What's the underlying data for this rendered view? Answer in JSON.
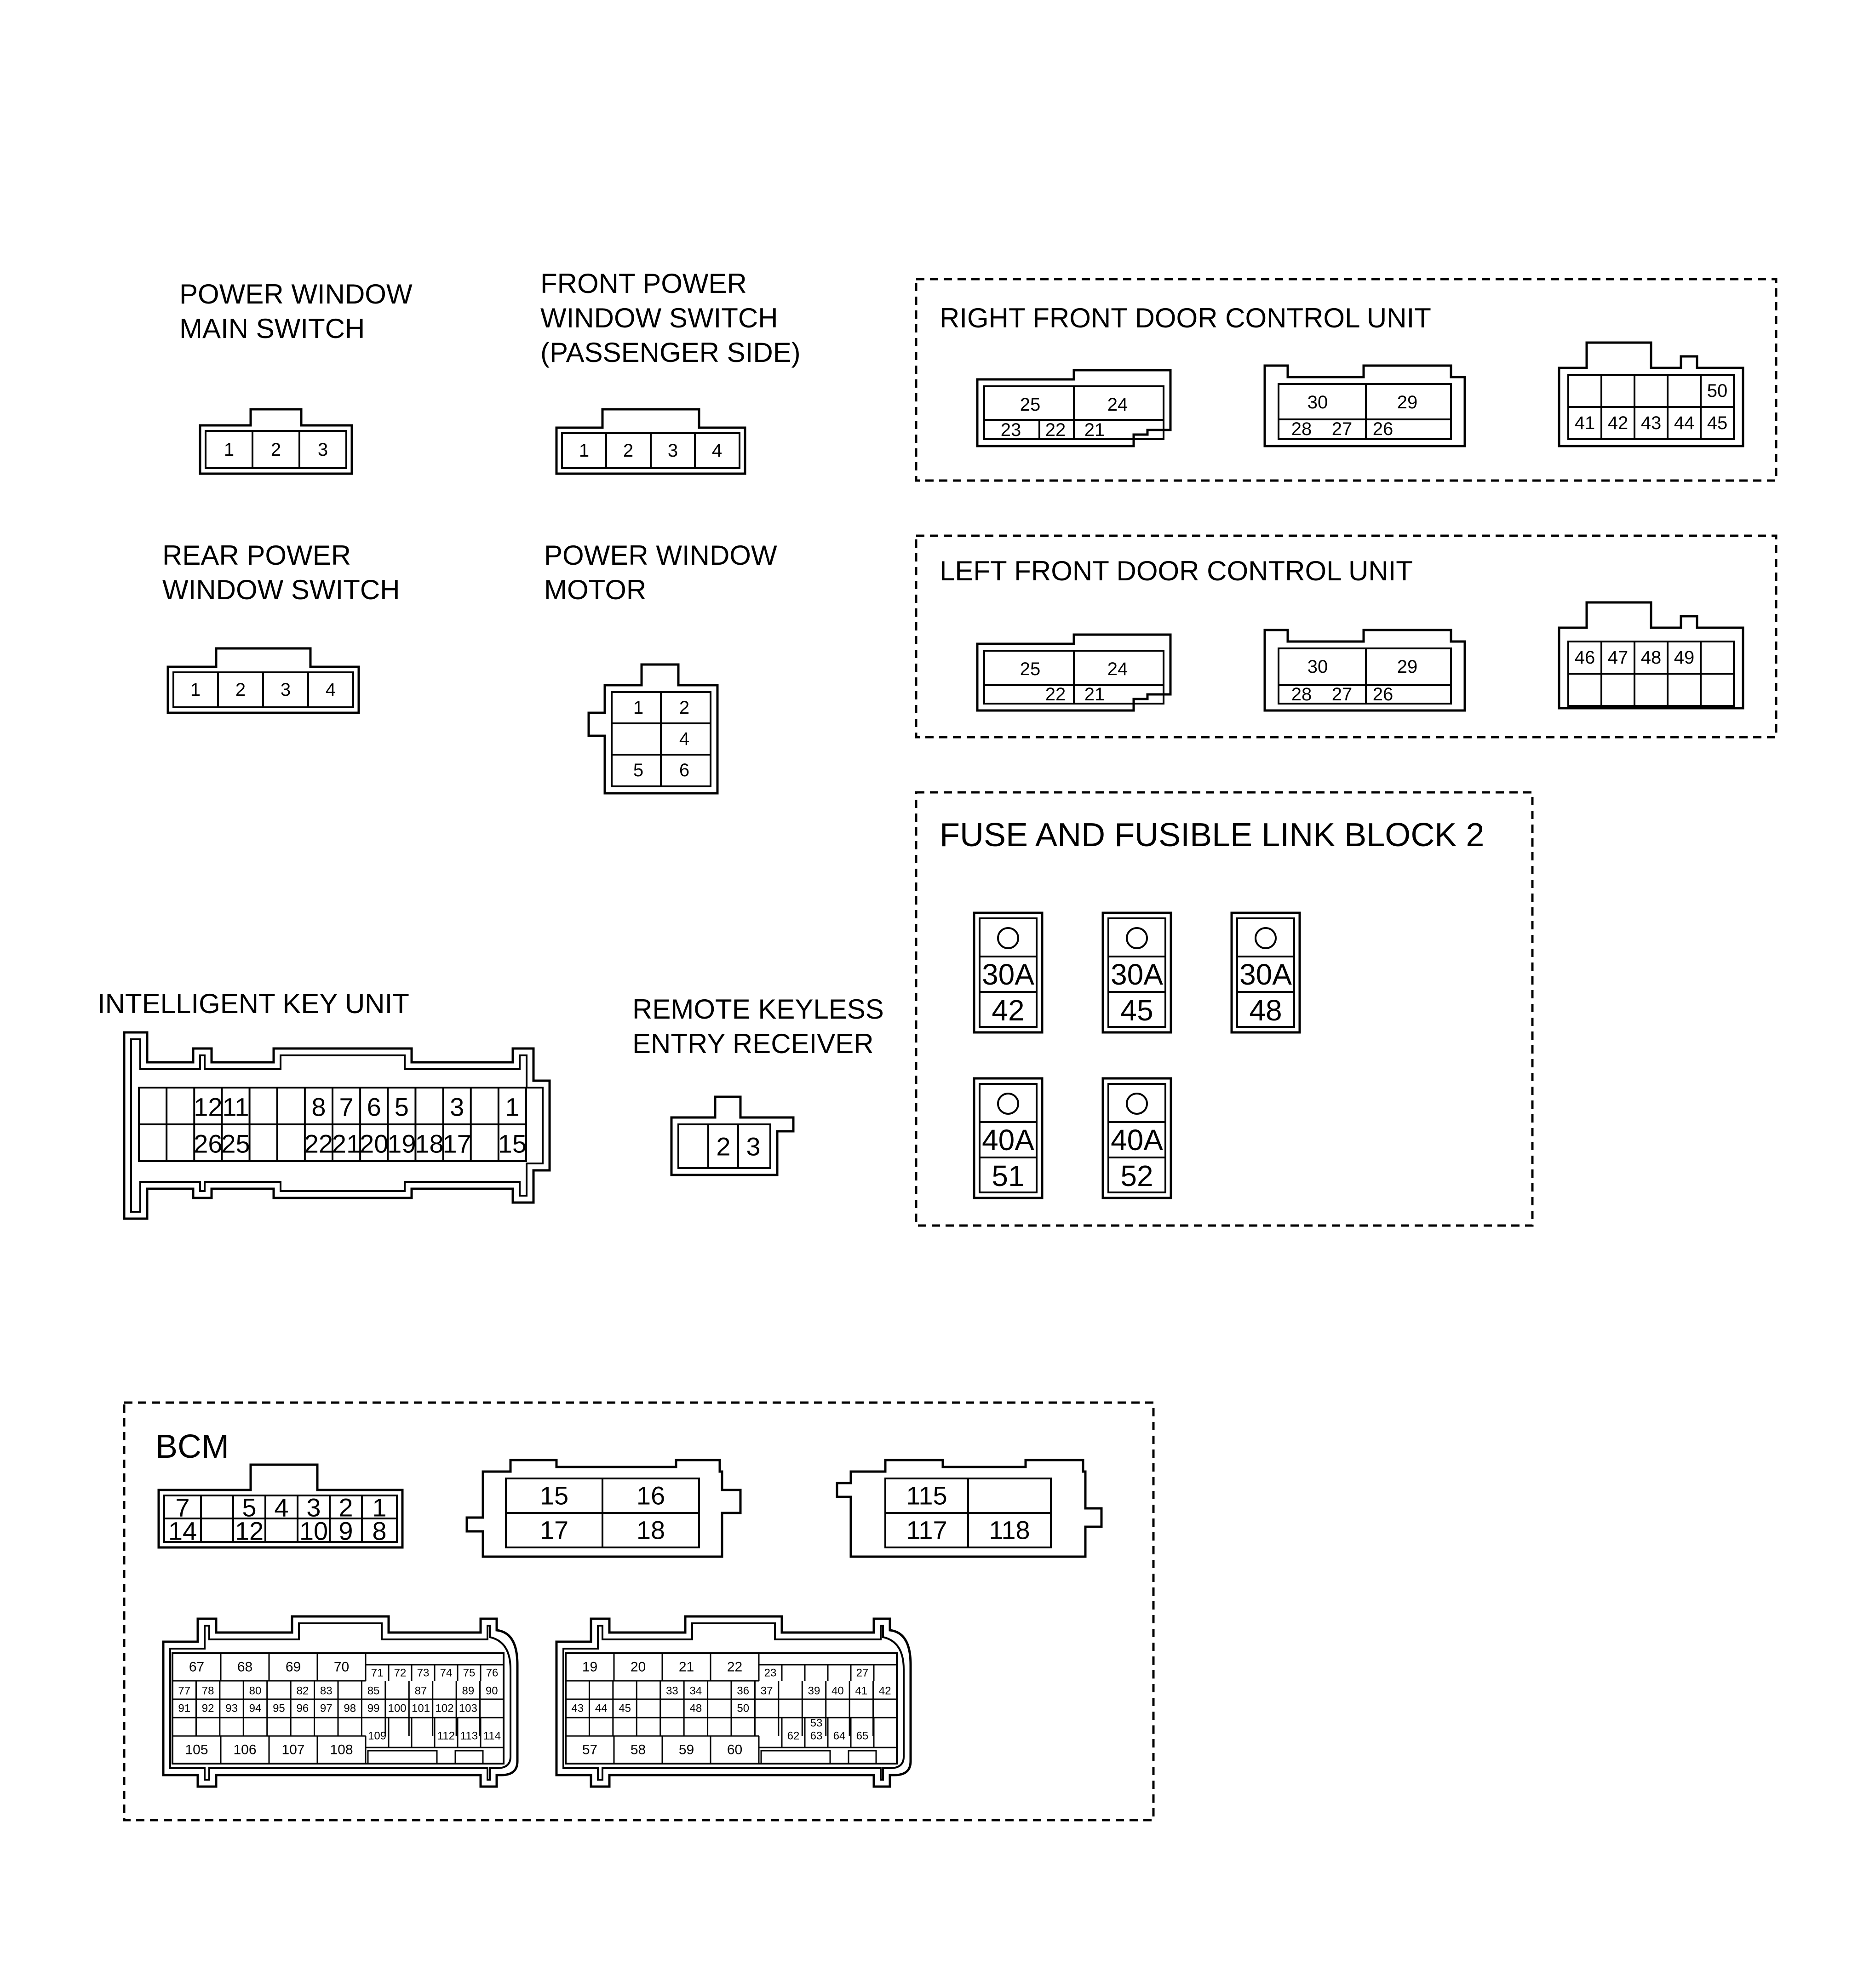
{
  "connectors": {
    "pw_main_switch": {
      "title_lines": [
        "POWER WINDOW",
        "MAIN SWITCH"
      ],
      "pins": [
        "1",
        "2",
        "3"
      ]
    },
    "front_pw_switch": {
      "title_lines": [
        "FRONT POWER",
        "WINDOW SWITCH",
        "(PASSENGER SIDE)"
      ],
      "pins": [
        "1",
        "2",
        "3",
        "4"
      ]
    },
    "rear_pw_switch": {
      "title_lines": [
        "REAR POWER",
        "WINDOW SWITCH"
      ],
      "pins": [
        "1",
        "2",
        "3",
        "4"
      ]
    },
    "pw_motor": {
      "title_lines": [
        "POWER WINDOW",
        "MOTOR"
      ],
      "pins": [
        "1",
        "2",
        "",
        "4",
        "5",
        "6"
      ]
    },
    "intelligent_key_unit": {
      "title_lines": [
        "INTELLIGENT KEY UNIT"
      ],
      "row1": [
        "",
        "",
        "12",
        "11",
        "",
        "",
        "8",
        "7",
        "6",
        "5",
        "",
        "3",
        "",
        "1"
      ],
      "row2": [
        "",
        "",
        "26",
        "25",
        "",
        "",
        "22",
        "21",
        "20",
        "19",
        "18",
        "17",
        "",
        "15"
      ]
    },
    "remote_keyless_receiver": {
      "title_lines": [
        "REMOTE KEYLESS",
        "ENTRY RECEIVER"
      ],
      "pins": [
        "",
        "2",
        "3"
      ]
    }
  },
  "right_front_dcu": {
    "title": "RIGHT FRONT DOOR CONTROL UNIT",
    "c1": {
      "top": [
        "25",
        "24"
      ],
      "bottom": [
        "23",
        "22",
        "21"
      ]
    },
    "c2": {
      "top": [
        "30",
        "29"
      ],
      "bottom": [
        "28",
        "27",
        "26"
      ]
    },
    "c3": {
      "top": [
        "",
        "",
        "",
        "",
        "50"
      ],
      "bottom": [
        "41",
        "42",
        "43",
        "44",
        "45"
      ]
    }
  },
  "left_front_dcu": {
    "title": "LEFT FRONT DOOR CONTROL UNIT",
    "c1": {
      "top": [
        "25",
        "24"
      ],
      "bottom": [
        "",
        "22",
        "21"
      ]
    },
    "c2": {
      "top": [
        "30",
        "29"
      ],
      "bottom": [
        "28",
        "27",
        "26"
      ]
    },
    "c3": {
      "top": [
        "46",
        "47",
        "48",
        "49",
        ""
      ],
      "bottom": [
        "",
        "",
        "",
        "",
        ""
      ]
    }
  },
  "fuse_block": {
    "title": "FUSE AND FUSIBLE LINK BLOCK 2",
    "fuses": [
      {
        "amp": "30A",
        "num": "42"
      },
      {
        "amp": "30A",
        "num": "45"
      },
      {
        "amp": "30A",
        "num": "48"
      },
      {
        "amp": "40A",
        "num": "51"
      },
      {
        "amp": "40A",
        "num": "52"
      }
    ]
  },
  "bcm": {
    "title": "BCM",
    "c1": {
      "row1": [
        "7",
        "",
        "5",
        "4",
        "3",
        "2",
        "1"
      ],
      "row2": [
        "14",
        "",
        "12",
        "",
        "10",
        "9",
        "8"
      ]
    },
    "c2": {
      "row1": [
        "15",
        "16"
      ],
      "row2": [
        "17",
        "18"
      ]
    },
    "c3": {
      "row1": [
        "115",
        ""
      ],
      "row2": [
        "117",
        "118"
      ]
    },
    "c4": {
      "big_top": [
        "67",
        "68",
        "69",
        "70"
      ],
      "big_bottom": [
        "105",
        "106",
        "107",
        "108"
      ],
      "small_rows": [
        [
          "77",
          "78",
          "",
          "80",
          "",
          "82",
          "83",
          "",
          "85",
          "",
          "87",
          "",
          "89",
          "90"
        ],
        [
          "91",
          "92",
          "93",
          "94",
          "95",
          "96",
          "97",
          "98",
          "99",
          "100",
          "101",
          "102",
          "103",
          ""
        ],
        [
          "109",
          "",
          "",
          "112",
          "113",
          "114"
        ]
      ],
      "right_top": [
        "71",
        "72",
        "73",
        "74",
        "75",
        "76"
      ]
    },
    "c5": {
      "big_top": [
        "19",
        "20",
        "21",
        "22"
      ],
      "big_bottom": [
        "57",
        "58",
        "59",
        "60"
      ],
      "small_rows": [
        [
          "",
          "",
          "",
          "",
          "33",
          "34",
          "",
          "36",
          "37",
          "",
          "39",
          "40",
          "41",
          "42"
        ],
        [
          "43",
          "44",
          "45",
          "",
          "",
          "48",
          "",
          "50",
          "",
          "",
          "",
          "",
          "",
          ""
        ],
        [
          "",
          "62",
          "63",
          "64",
          "65",
          ""
        ]
      ],
      "right_top": [
        "23",
        "",
        "",
        "",
        "27",
        ""
      ],
      "right_mid": [
        "",
        "",
        "53",
        "",
        "",
        ""
      ]
    }
  }
}
